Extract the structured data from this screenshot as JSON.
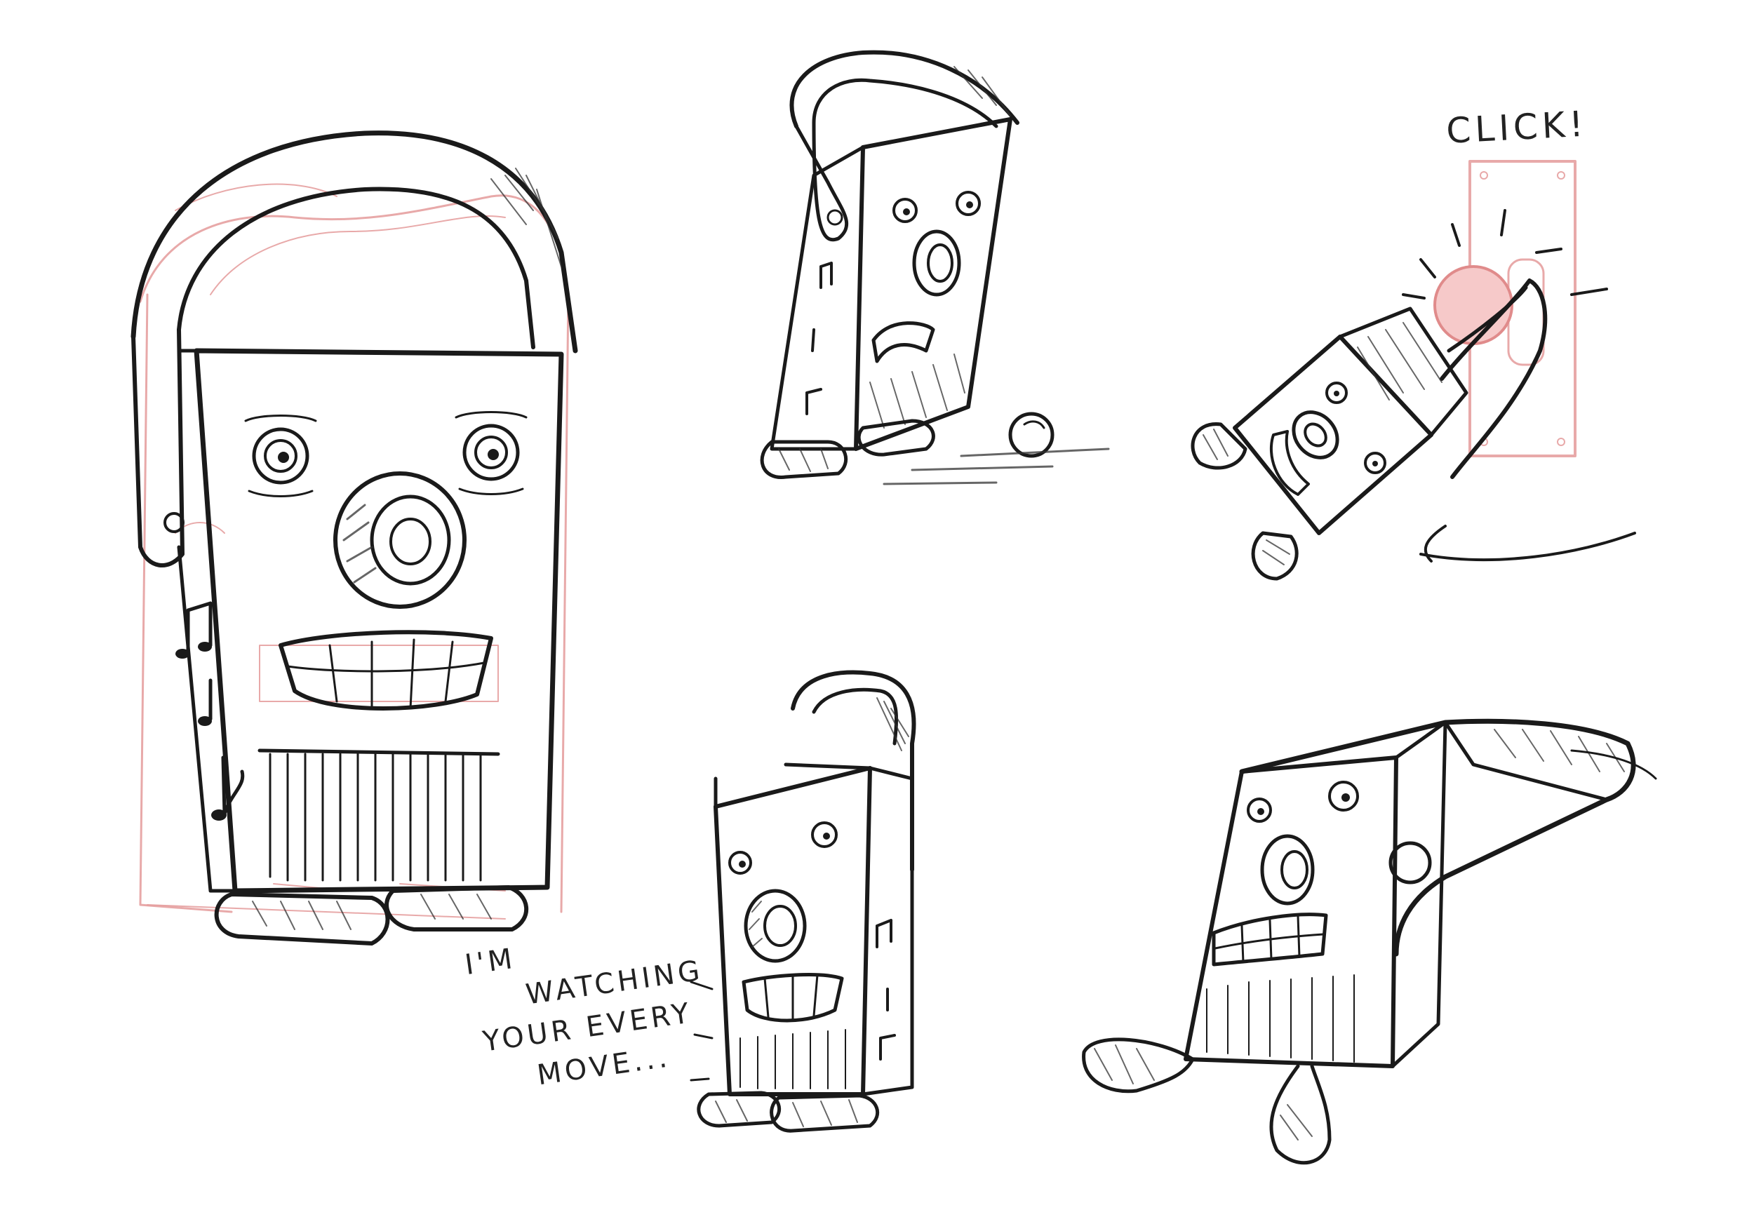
{
  "labels": {
    "click": "CLICK!",
    "caption_lines": [
      "I'M",
      "WATCHING",
      "YOUR EVERY",
      "MOVE..."
    ]
  },
  "colors": {
    "ink": "#1a1a1a",
    "sketch_red": "#e49a9a",
    "background": "#ffffff"
  },
  "icons": {
    "music_note": "♪",
    "beamed_notes": "♫"
  }
}
